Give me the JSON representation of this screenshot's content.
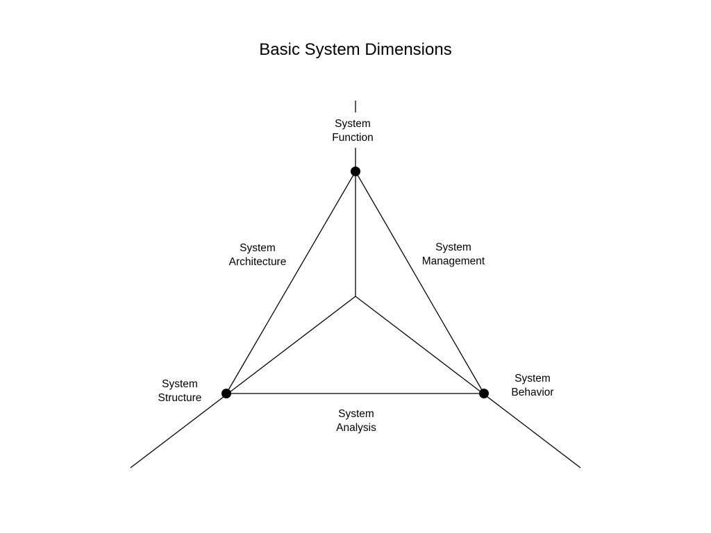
{
  "title": "Basic System Dimensions",
  "labels": {
    "function": [
      "System",
      "Function"
    ],
    "architecture": [
      "System",
      "Architecture"
    ],
    "management": [
      "System",
      "Management"
    ],
    "structure": [
      "System",
      "Structure"
    ],
    "behavior": [
      "System",
      "Behavior"
    ],
    "analysis": [
      "System",
      "Analysis"
    ]
  },
  "colors": {
    "ink": "#000000",
    "background": "#ffffff"
  }
}
